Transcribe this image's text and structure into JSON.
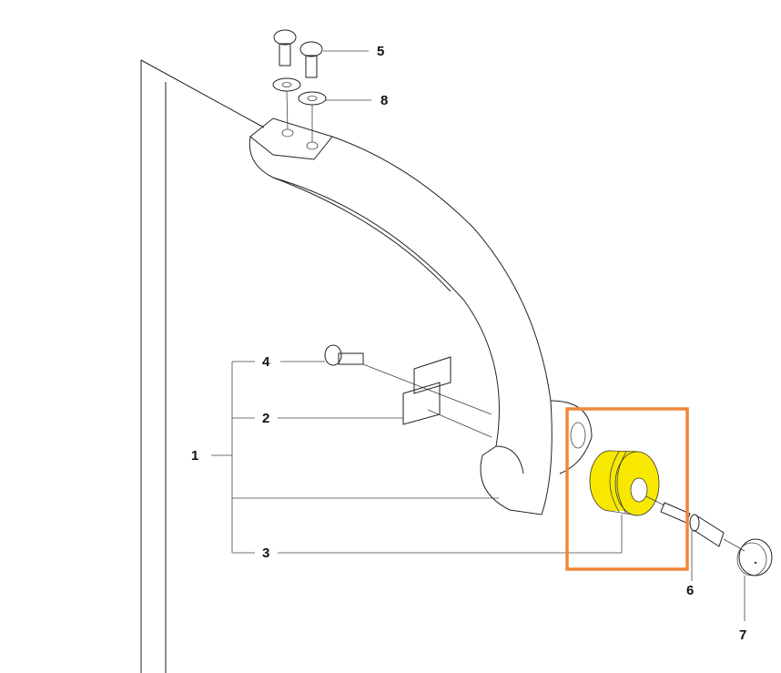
{
  "diagram": {
    "callouts": [
      "1",
      "2",
      "3",
      "4",
      "5",
      "6",
      "7",
      "8"
    ],
    "highlight_color": "#F0873A",
    "part_fill_color": "#F8E800"
  }
}
